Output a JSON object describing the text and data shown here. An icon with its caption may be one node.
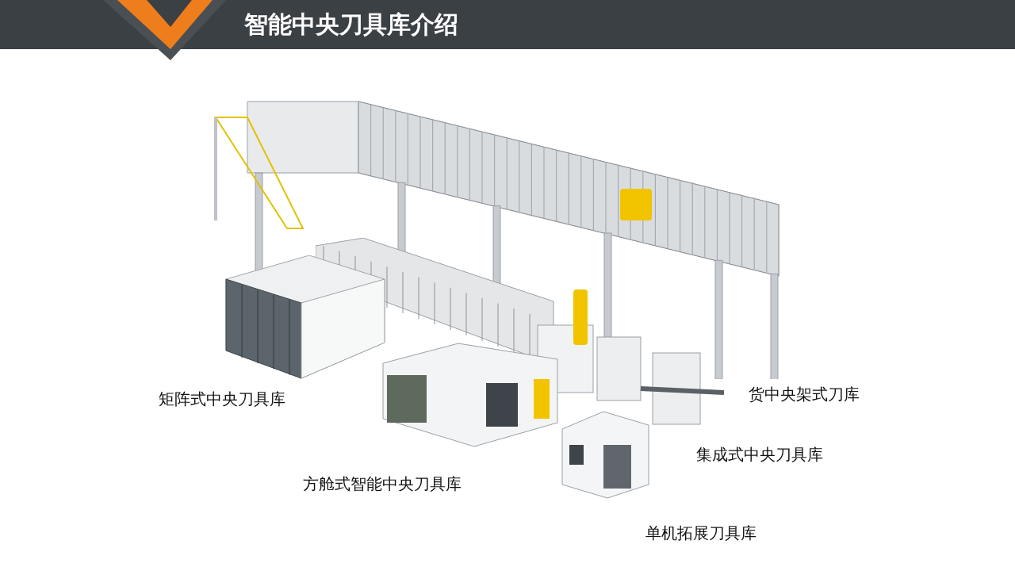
{
  "diagram": {
    "title": "智能中央刀具库介绍",
    "labels": [
      "矩阵式中央刀具库",
      "货中央架式刀库",
      "集成式中央刀具库",
      "方舱式智能中央刀具库",
      "单机拓展刀具库"
    ]
  }
}
